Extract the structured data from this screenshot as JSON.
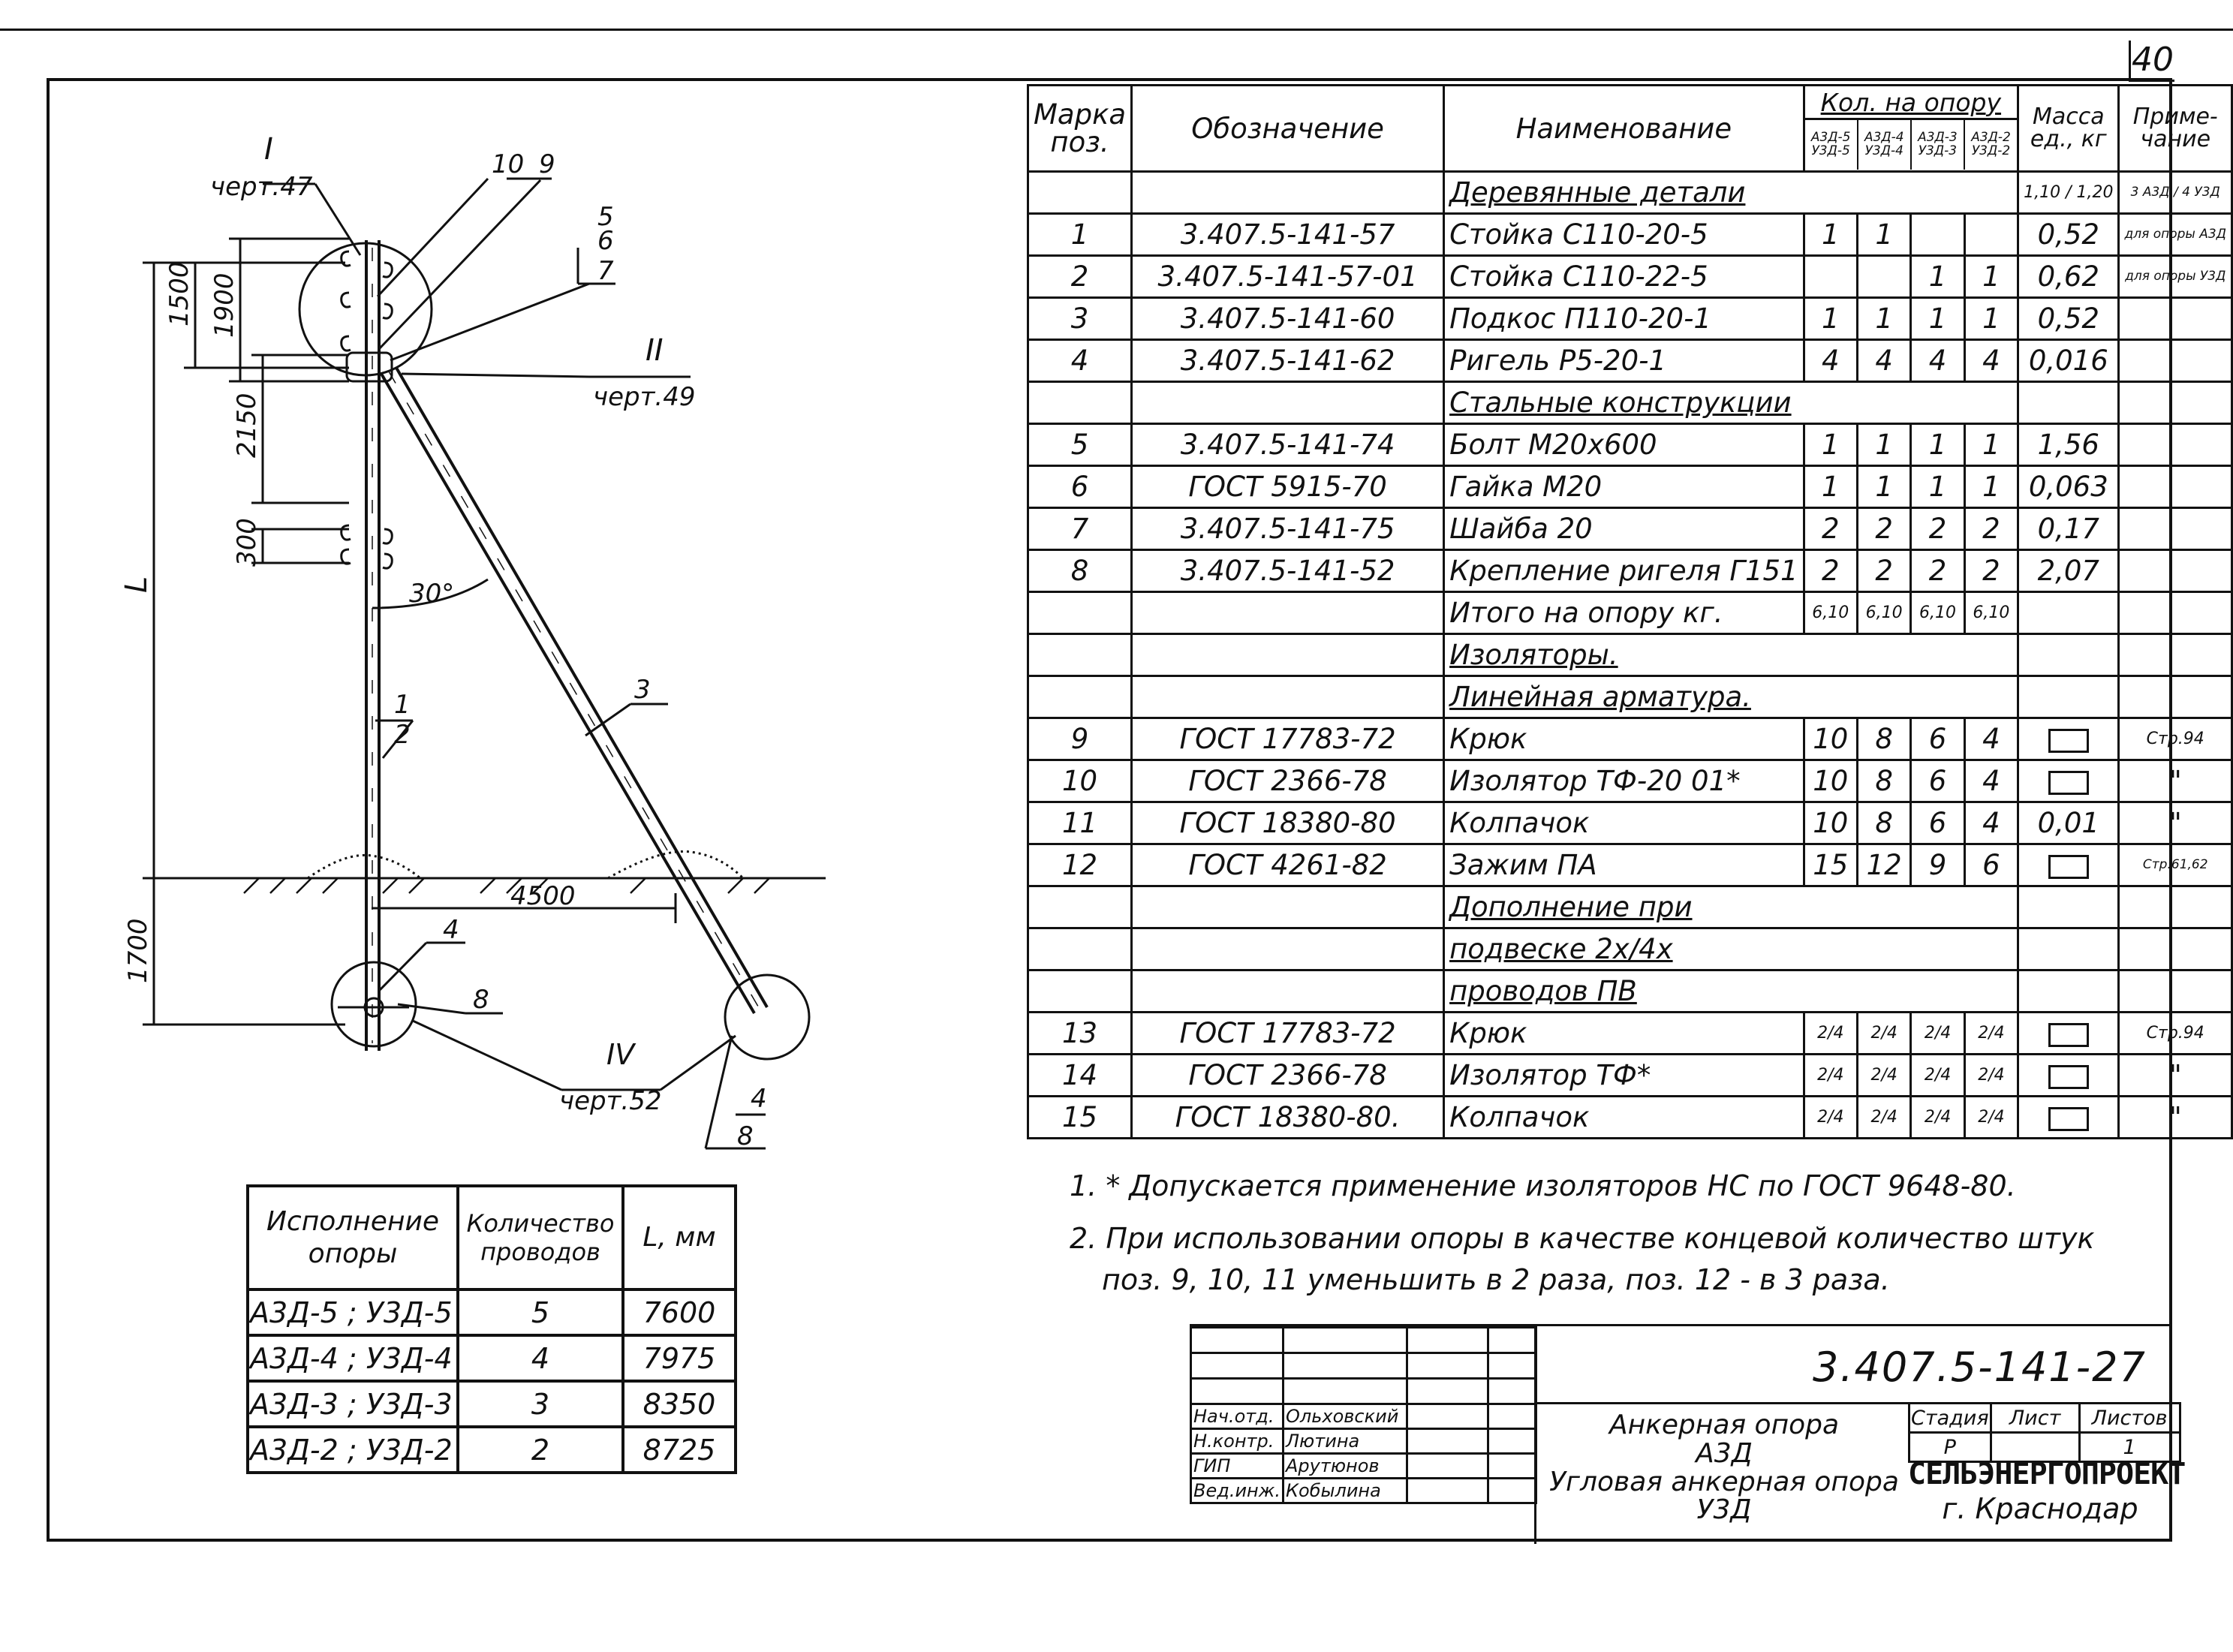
{
  "page_number": "40",
  "drawing": {
    "labels": {
      "ref1_roman": "I",
      "ref1_sheet": "черт.47",
      "ref2_roman": "II",
      "ref2_sheet": "черт.49",
      "ref4_roman": "IV",
      "ref4_sheet": "черт.52",
      "pos10": "10",
      "pos9": "9",
      "pos5": "5",
      "pos6": "6",
      "pos7": "7",
      "pos1": "1",
      "pos2": "2",
      "pos3": "3",
      "pos4a": "4",
      "pos8a": "8",
      "pos4b": "4",
      "pos8b": "8",
      "dim_1500": "1500",
      "dim_1900": "1900",
      "dim_2150": "2150",
      "dim_300": "300",
      "dim_L": "L",
      "dim_1700": "1700",
      "dim_4500": "4500",
      "angle": "30°"
    }
  },
  "spec_table": {
    "header": {
      "mark": "Марка поз.",
      "mark_l1": "Марка",
      "mark_l2": "поз.",
      "designation": "Обозначение",
      "name": "Наименование",
      "qty": "Кол. на опору",
      "qty_cols": [
        [
          "А3Д-5",
          "У3Д-5"
        ],
        [
          "А3Д-4",
          "У3Д-4"
        ],
        [
          "А3Д-3",
          "У3Д-3"
        ],
        [
          "А3Д-2",
          "У3Д-2"
        ]
      ],
      "mass_l1": "Масса",
      "mass_l2": "ед., кг",
      "note_l1": "Приме-",
      "note_l2": "чание"
    },
    "rows": [
      {
        "type": "section",
        "name": "Деревянные детали",
        "mass": "1,10 / 1,20",
        "note": "3 А3Д / 4 У3Д"
      },
      {
        "mark": "1",
        "des": "3.407.5-141-57",
        "name": "Стойка С110-20-5",
        "q": [
          "1",
          "1",
          "",
          ""
        ],
        "mass": "0,52",
        "note": "для опоры А3Д"
      },
      {
        "mark": "2",
        "des": "3.407.5-141-57-01",
        "name": "Стойка С110-22-5",
        "q": [
          "",
          "",
          "1",
          "1"
        ],
        "mass": "0,62",
        "note": "для опоры У3Д"
      },
      {
        "mark": "3",
        "des": "3.407.5-141-60",
        "name": "Подкос П110-20-1",
        "q": [
          "1",
          "1",
          "1",
          "1"
        ],
        "mass": "0,52",
        "note": ""
      },
      {
        "mark": "4",
        "des": "3.407.5-141-62",
        "name": "Ригель Р5-20-1",
        "q": [
          "4",
          "4",
          "4",
          "4"
        ],
        "mass": "0,016",
        "note": ""
      },
      {
        "type": "section",
        "name": "Стальные конструкции",
        "mass": "",
        "note": ""
      },
      {
        "mark": "5",
        "des": "3.407.5-141-74",
        "name": "Болт М20х600",
        "q": [
          "1",
          "1",
          "1",
          "1"
        ],
        "mass": "1,56",
        "note": ""
      },
      {
        "mark": "6",
        "des": "ГОСТ 5915-70",
        "name": "Гайка М20",
        "q": [
          "1",
          "1",
          "1",
          "1"
        ],
        "mass": "0,063",
        "note": ""
      },
      {
        "mark": "7",
        "des": "3.407.5-141-75",
        "name": "Шайба 20",
        "q": [
          "2",
          "2",
          "2",
          "2"
        ],
        "mass": "0,17",
        "note": ""
      },
      {
        "mark": "8",
        "des": "3.407.5-141-52",
        "name": "Крепление ригеля Г151",
        "q": [
          "2",
          "2",
          "2",
          "2"
        ],
        "mass": "2,07",
        "note": ""
      },
      {
        "type": "total",
        "name": "Итого на опору кг.",
        "q": [
          "6,10",
          "6,10",
          "6,10",
          "6,10"
        ]
      },
      {
        "type": "section",
        "name": "Изоляторы.",
        "mass": "",
        "note": ""
      },
      {
        "type": "section",
        "name": "Линейная арматура.",
        "mass": "",
        "note": ""
      },
      {
        "mark": "9",
        "des": "ГОСТ 17783-72",
        "name": "Крюк",
        "q": [
          "10",
          "8",
          "6",
          "4"
        ],
        "mass": "box",
        "note": "Стр.94"
      },
      {
        "mark": "10",
        "des": "ГОСТ 2366-78",
        "name": "Изолятор ТФ-20 01*",
        "q": [
          "10",
          "8",
          "6",
          "4"
        ],
        "mass": "box",
        "note": "\""
      },
      {
        "mark": "11",
        "des": "ГОСТ 18380-80",
        "name": "Колпачок",
        "q": [
          "10",
          "8",
          "6",
          "4"
        ],
        "mass": "0,01",
        "note": "\""
      },
      {
        "mark": "12",
        "des": "ГОСТ 4261-82",
        "name": "Зажим ПА",
        "q": [
          "15",
          "12",
          "9",
          "6"
        ],
        "mass": "box",
        "note": "Стр.61,62"
      },
      {
        "type": "section",
        "name": "Дополнение при",
        "mass": "",
        "note": ""
      },
      {
        "type": "section",
        "name": "подвеске 2x/4x",
        "mass": "",
        "note": ""
      },
      {
        "type": "section",
        "name": "проводов ПВ",
        "mass": "",
        "note": ""
      },
      {
        "mark": "13",
        "des": "ГОСТ 17783-72",
        "name": "Крюк",
        "q": [
          "2/4",
          "2/4",
          "2/4",
          "2/4"
        ],
        "mass": "box",
        "note": "Стр.94"
      },
      {
        "mark": "14",
        "des": "ГОСТ 2366-78",
        "name": "Изолятор ТФ*",
        "q": [
          "2/4",
          "2/4",
          "2/4",
          "2/4"
        ],
        "mass": "box",
        "note": "\""
      },
      {
        "mark": "15",
        "des": "ГОСТ 18380-80.",
        "name": "Колпачок",
        "q": [
          "2/4",
          "2/4",
          "2/4",
          "2/4"
        ],
        "mass": "box",
        "note": "\""
      }
    ]
  },
  "variant_table": {
    "header": {
      "c1_l1": "Исполнение",
      "c1_l2": "опоры",
      "c2_l1": "Количество",
      "c2_l2": "проводов",
      "c3": "L, мм"
    },
    "rows": [
      [
        "А3Д-5 ; У3Д-5",
        "5",
        "7600"
      ],
      [
        "А3Д-4 ; У3Д-4",
        "4",
        "7975"
      ],
      [
        "А3Д-3 ; У3Д-3",
        "3",
        "8350"
      ],
      [
        "А3Д-2 ; У3Д-2",
        "2",
        "8725"
      ]
    ]
  },
  "notes": {
    "n1": "1. * Допускается применение изоляторов НС по ГОСТ 9648-80.",
    "n2a": "2. При использовании опоры в качестве концевой количество штук",
    "n2b": "поз. 9, 10, 11 уменьшить в 2 раза, поз. 12 - в 3 раза."
  },
  "stamp": {
    "code": "3.407.5-141-27",
    "signers": [
      [
        "Нач.отд.",
        "Ольховский"
      ],
      [
        "Н.контр.",
        "Лютина"
      ],
      [
        "ГИП",
        "Арутюнов"
      ],
      [
        "Вед.инж.",
        "Кобылина"
      ]
    ],
    "title_l1": "Анкерная опора",
    "title_l2": "А3Д",
    "title_l3": "Угловая анкерная опора",
    "title_l4": "У3Д",
    "stage_hdr": "Стадия",
    "sheet_hdr": "Лист",
    "sheets_hdr": "Листов",
    "stage": "Р",
    "sheet": "",
    "sheets": "1",
    "org": "СЕЛЬЭНЕРГОПРОЕКТ",
    "city": "г. Краснодар"
  }
}
